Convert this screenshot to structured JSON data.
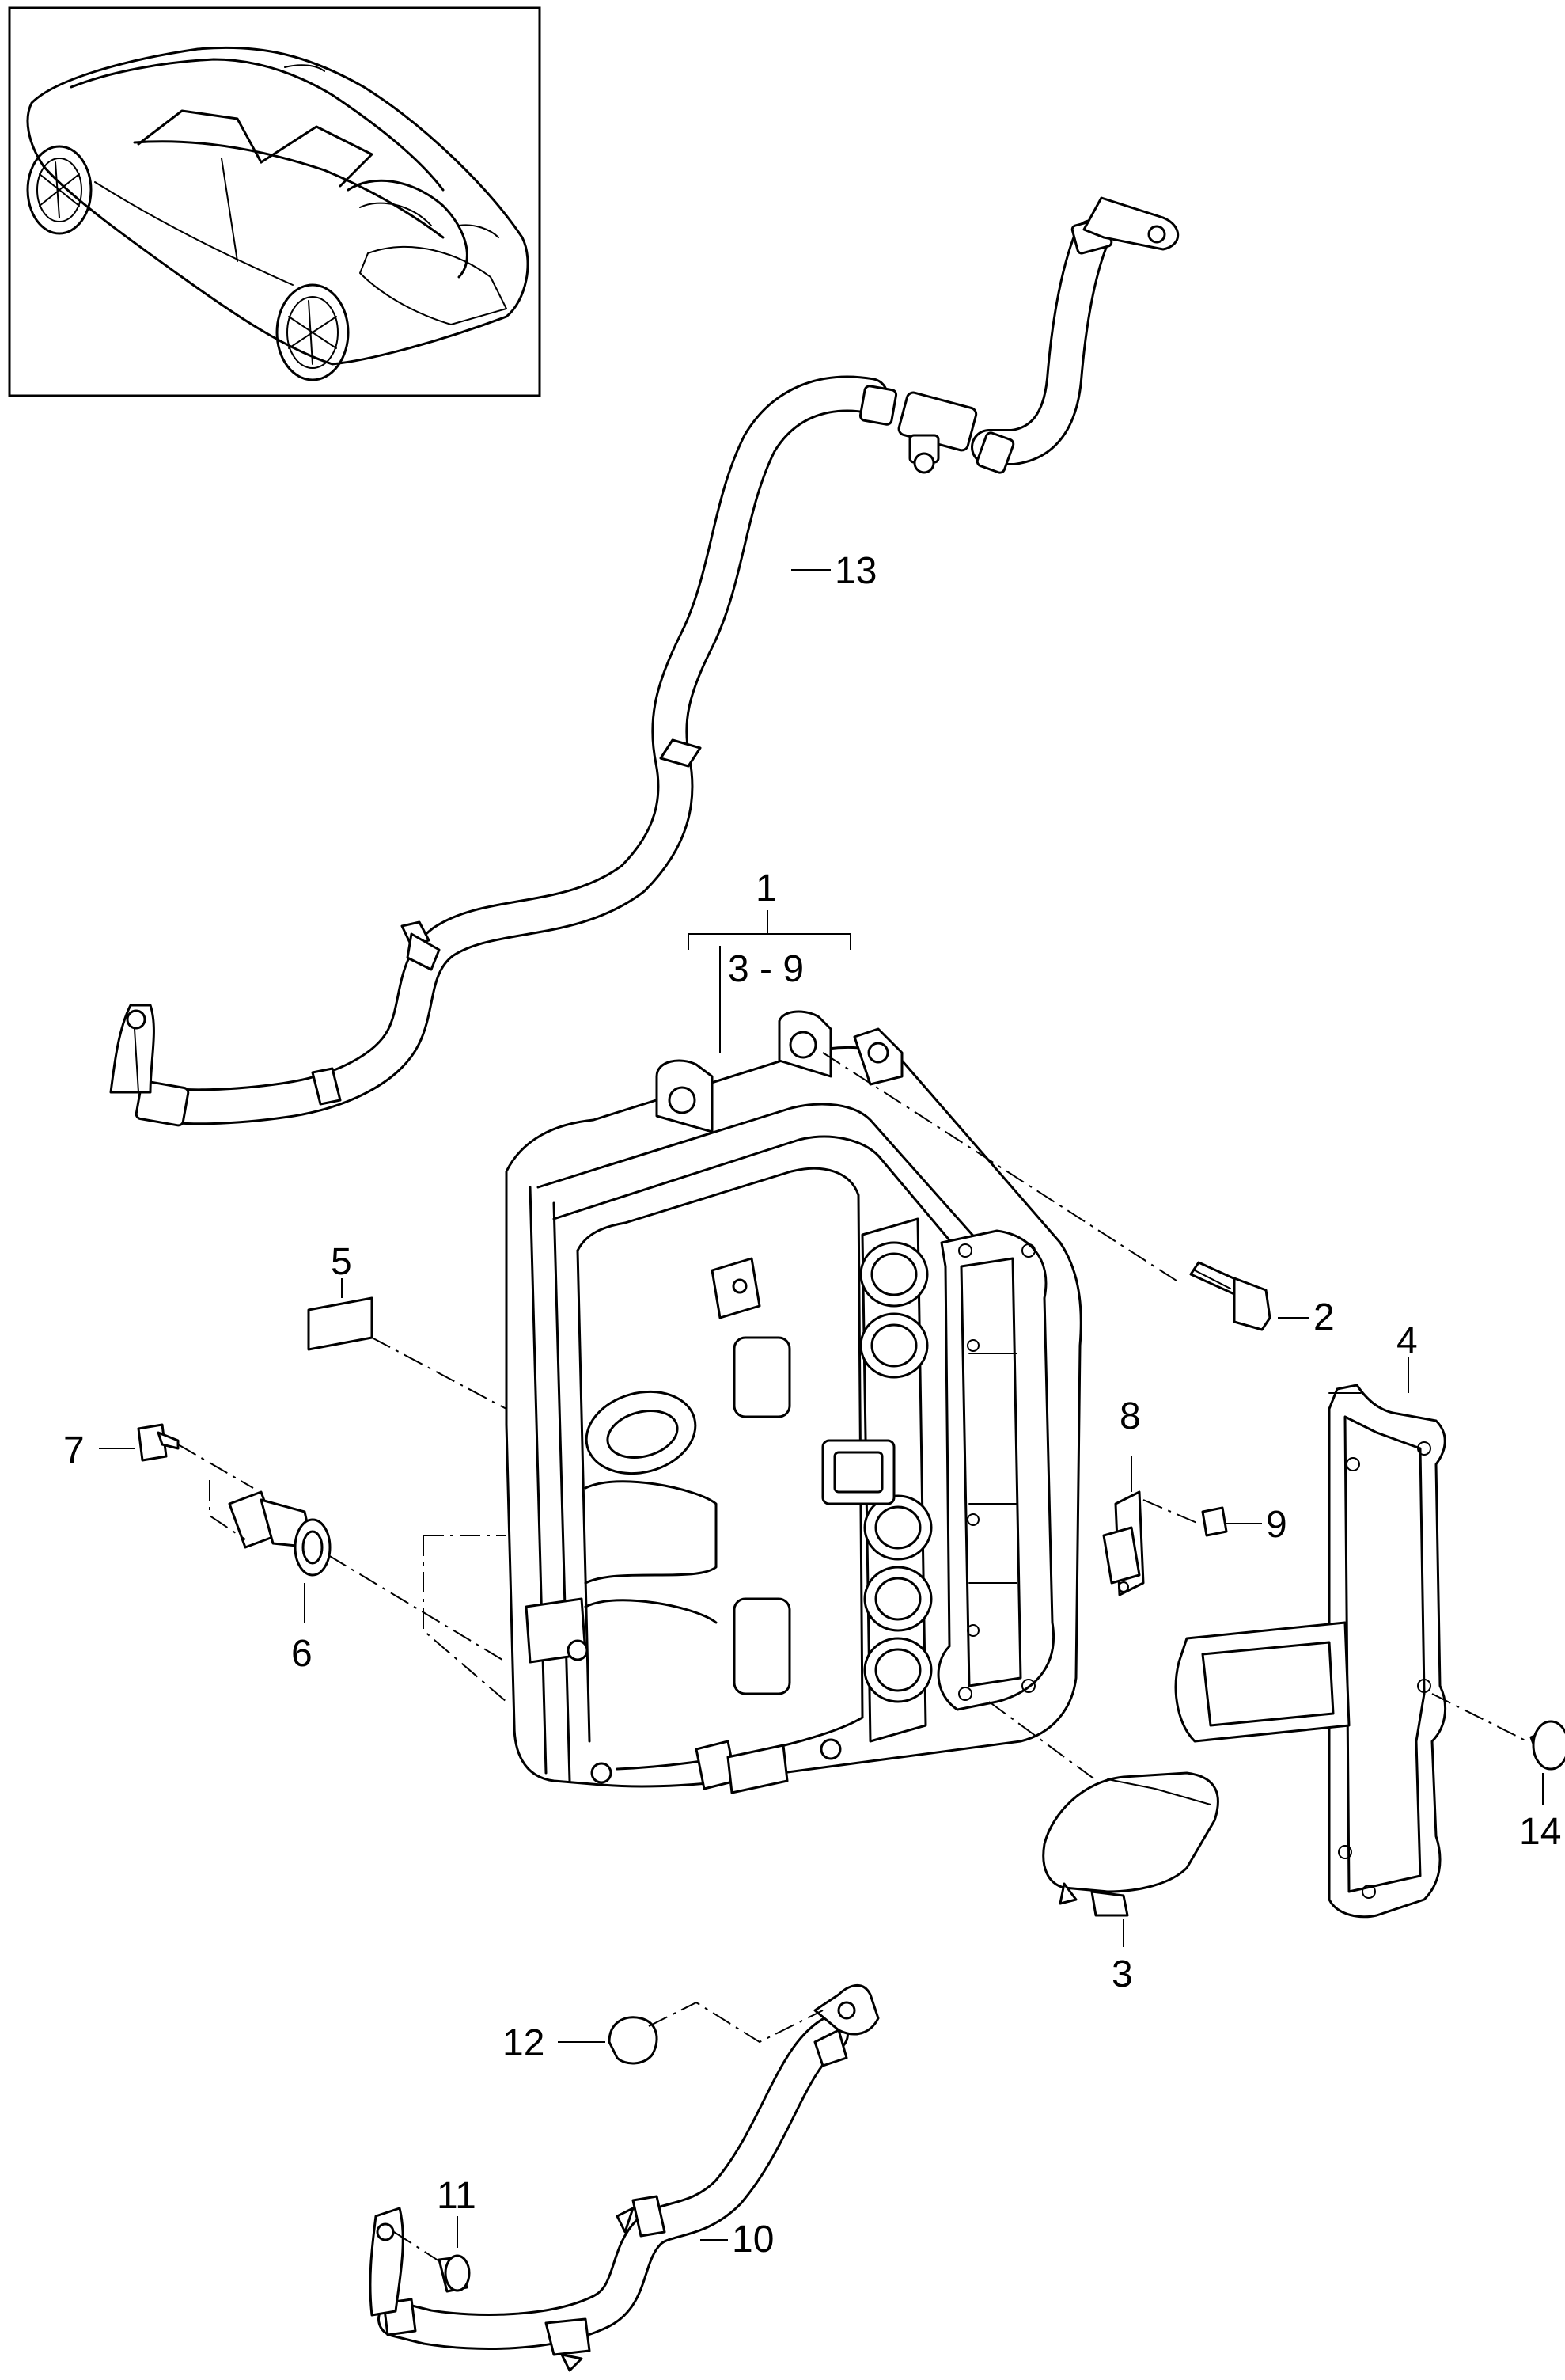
{
  "callouts": {
    "c1": "1",
    "c1_range": "3 - 9",
    "c2": "2",
    "c3": "3",
    "c4": "4",
    "c5": "5",
    "c6": "6",
    "c7": "7",
    "c8": "8",
    "c9": "9",
    "c10": "10",
    "c11": "11",
    "c12": "12",
    "c13": "13",
    "c14": "14"
  },
  "icons": {
    "car_thumbnail": "vehicle-rear-three-quarter-icon"
  },
  "colors": {
    "line": "#000000",
    "background": "#ffffff"
  }
}
